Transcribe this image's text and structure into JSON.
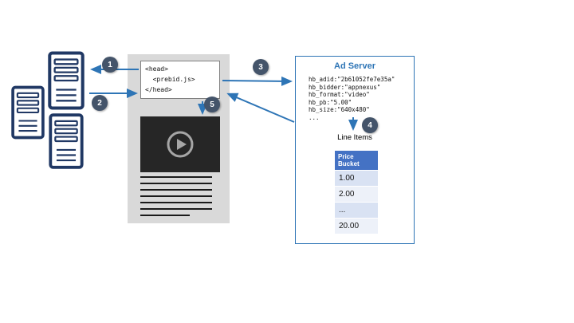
{
  "steps": [
    "1",
    "2",
    "3",
    "4",
    "5"
  ],
  "page": {
    "head_code": [
      "<head>",
      "  <prebid.js>",
      "</head>"
    ]
  },
  "ad_server": {
    "title": "Ad Server",
    "code_lines": [
      "hb_adid:\"2b61052fe7e35a\"",
      "hb_bidder:\"appnexus\"",
      "hb_format:\"video\"",
      "hb_pb:\"5.00\"",
      "hb_size:\"640x480\"",
      "..."
    ],
    "line_items_label": "Line Items",
    "table": {
      "header": "Price Bucket",
      "rows": [
        "1.00",
        "2.00",
        "...",
        "20.00"
      ]
    }
  },
  "colors": {
    "arrow": "#2E75B6",
    "step_circle": "#44546A",
    "server_outline": "#203864",
    "table_header": "#4472C4",
    "table_row_alt": "#D9E2F3"
  }
}
